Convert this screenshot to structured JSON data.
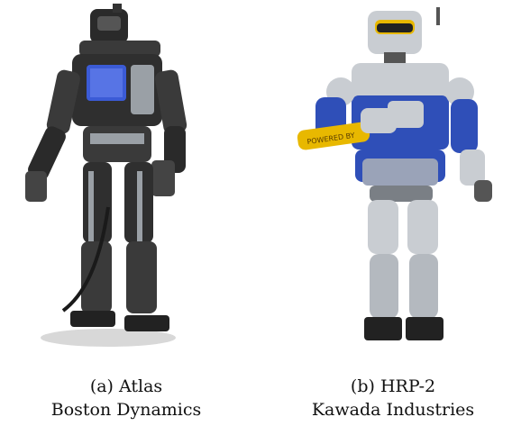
{
  "figures": [
    {
      "label": "(a) Atlas",
      "maker": "Boston Dynamics",
      "colors": {
        "frame": "#2a2a2a",
        "metal": "#9aa0a6",
        "chest": "#3b5bd6",
        "shadow": "#cfcfcf"
      }
    },
    {
      "label": "(b) HRP-2",
      "maker": "Kawada Industries",
      "arm_label": "POWERED BY",
      "colors": {
        "silver": "#c9cdd2",
        "blue": "#2f4fb8",
        "dark": "#222222",
        "yellow": "#e8b800"
      }
    }
  ]
}
